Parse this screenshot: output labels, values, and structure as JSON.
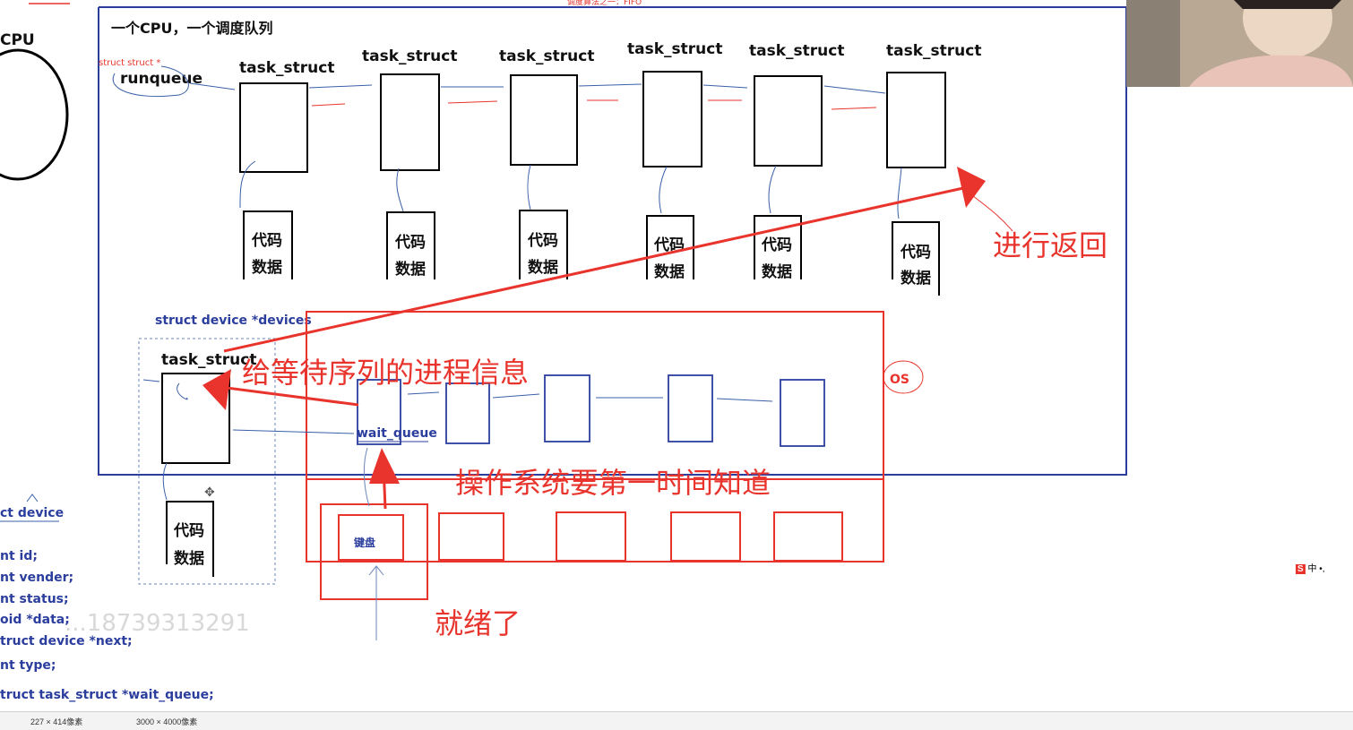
{
  "header": {
    "title": "一个CPU，一个调度队列",
    "top_note": "调度算法之一：FIFO"
  },
  "cpu_label": "CPU",
  "runqueue": {
    "type_note": "struct struct *",
    "label": "runqueue"
  },
  "task_label": "task_struct",
  "code_label": "代码",
  "data_label": "数据",
  "device_section": {
    "devices_label": "struct device *devices",
    "wait_queue_label": "wait_queue",
    "keyboard_label": "键盘",
    "os_label": "OS"
  },
  "annotations": {
    "return": "进行返回",
    "give_info": "给等待序列的进程信息",
    "os_know": "操作系统要第一时间知道",
    "ready": "就绪了"
  },
  "struct_def": [
    "ct device",
    "nt id;",
    "nt vender;",
    "nt status;",
    "oid *data;",
    "truct device *next;",
    "nt type;",
    "truct task_struct *wait_queue;"
  ],
  "watermark": "...18739313291",
  "statusbar": {
    "selection_size": "227 × 414像素",
    "image_size": "3000 × 4000像素"
  },
  "ime": "中 •,"
}
